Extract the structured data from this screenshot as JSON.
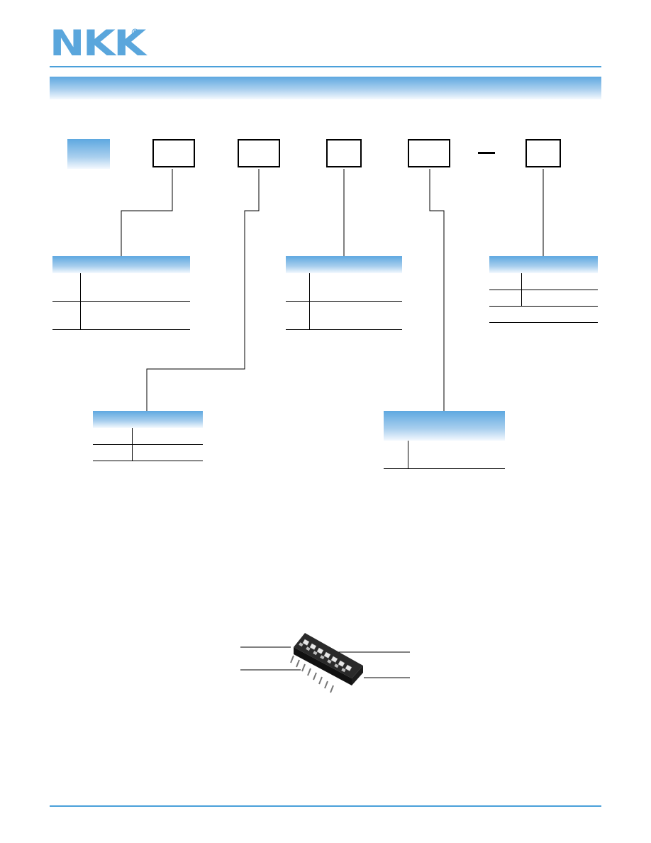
{
  "header": {
    "logo_text": "NKK",
    "registered_mark": "®",
    "brand_color": "#5aa6dc"
  },
  "diagram": {
    "code_boxes": [
      "",
      "",
      "",
      "",
      ""
    ],
    "separator": "—"
  },
  "icons": {
    "product_photo": "dip-switch-photo",
    "leader_lines": "callout-lines"
  }
}
